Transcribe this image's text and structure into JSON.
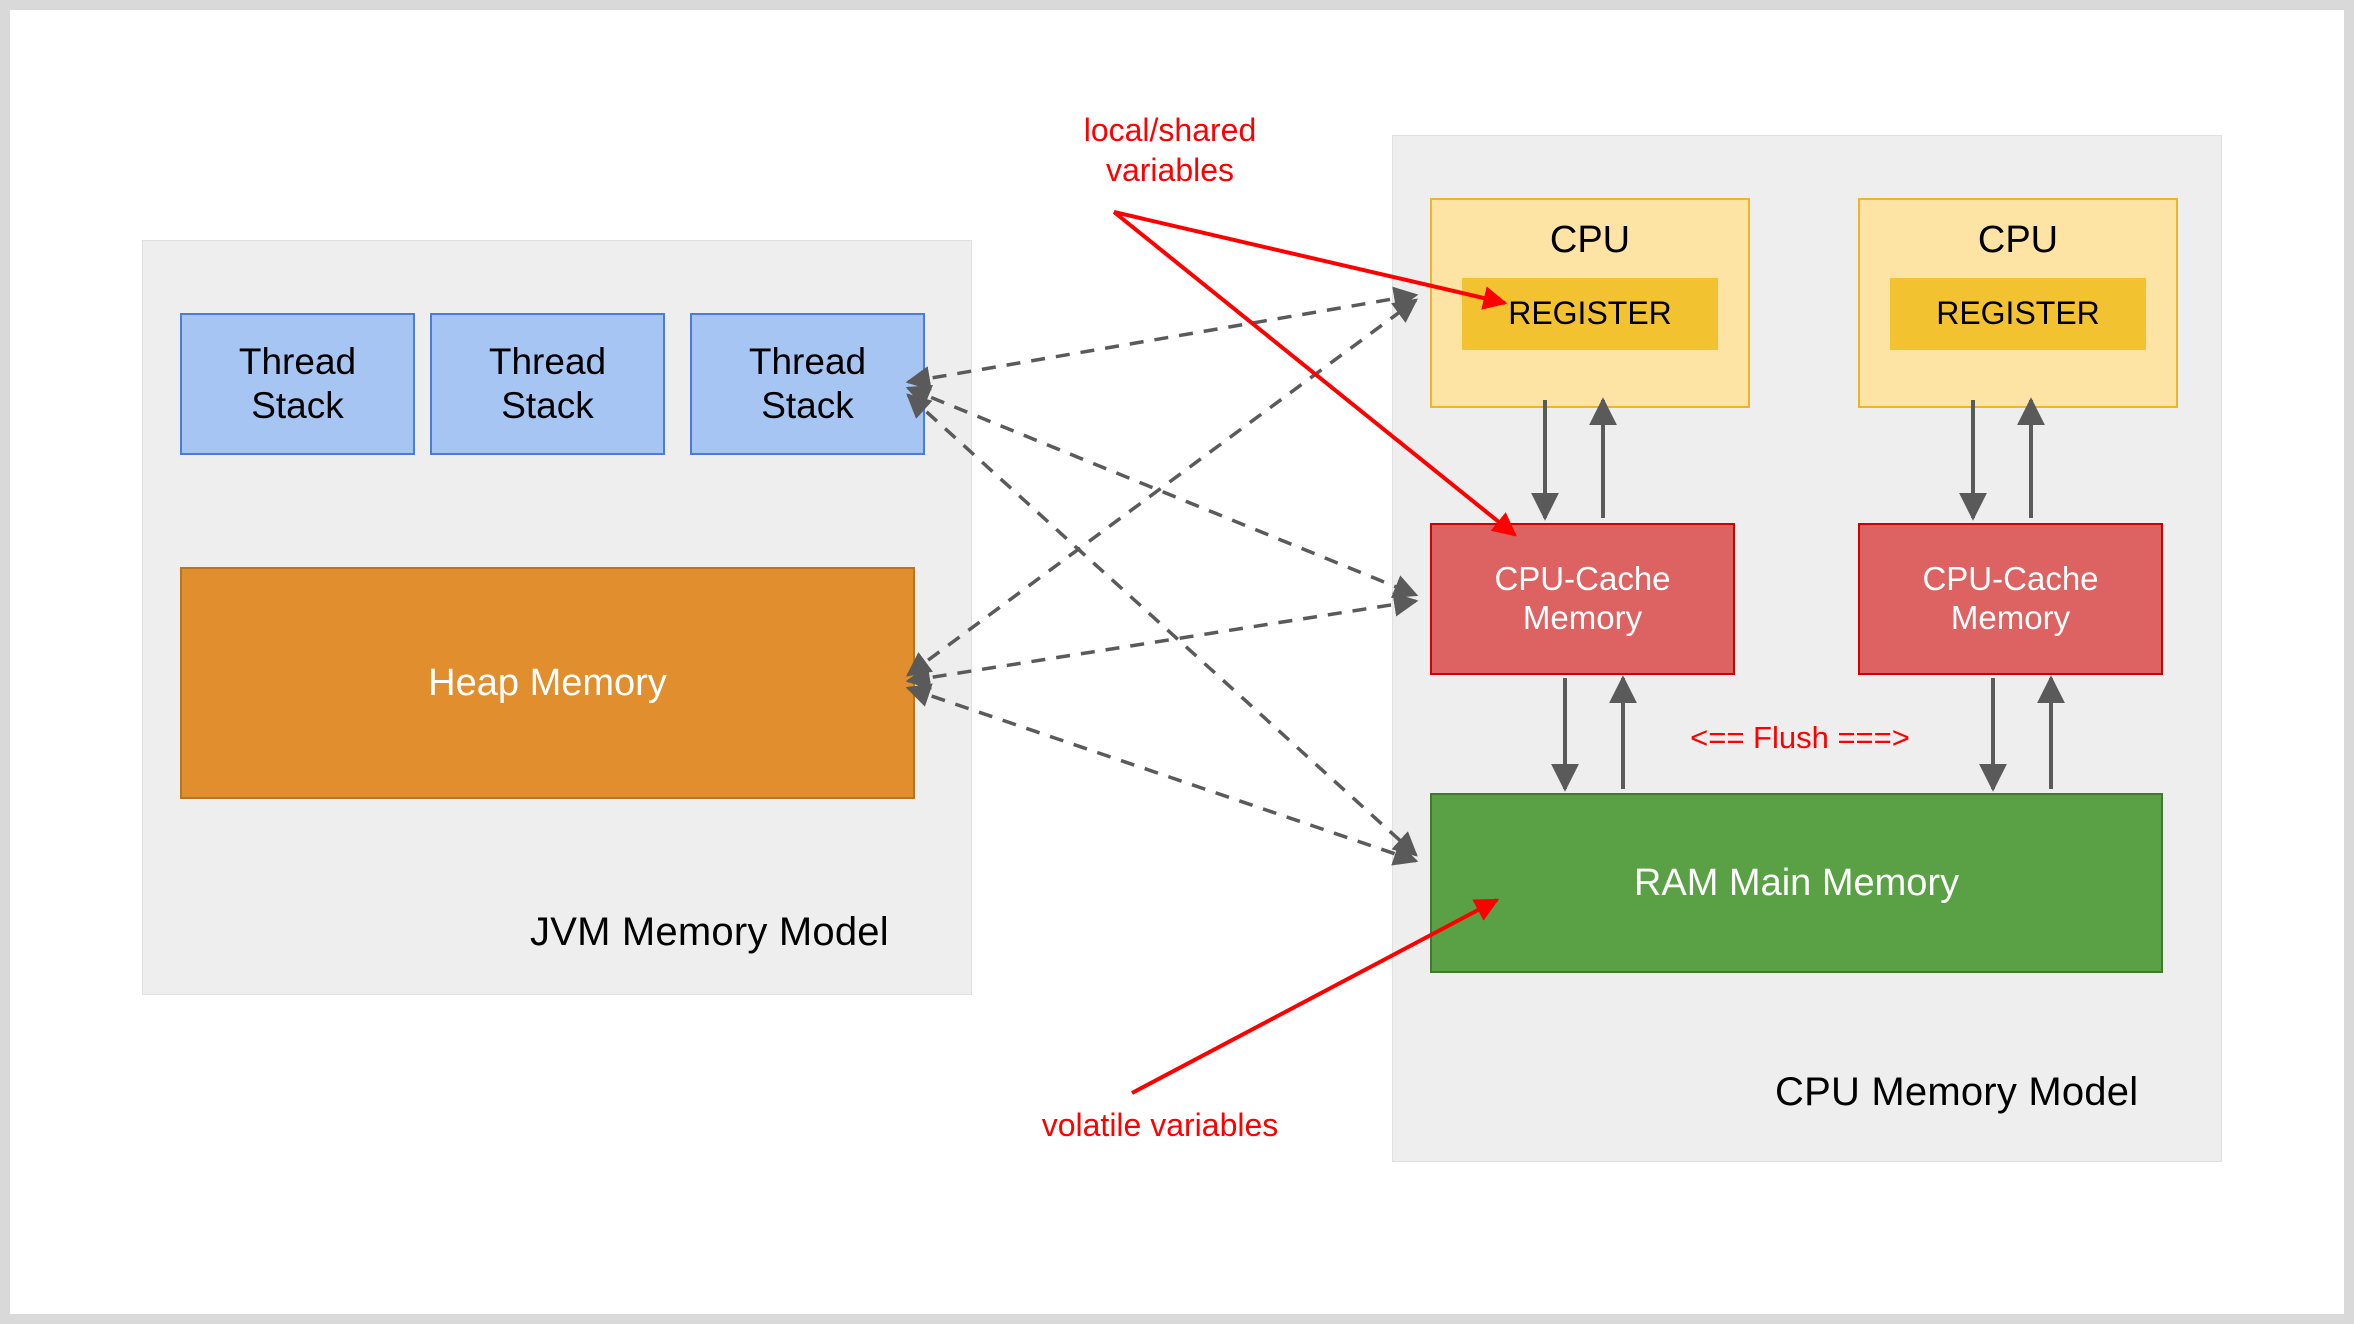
{
  "diagram": {
    "title": "JVM Memory Model and CPU Memory Model",
    "background": "#ffffff",
    "panel_background": "#eeeeee"
  },
  "jvm_panel": {
    "title": "JVM Memory Model",
    "thread_stacks": [
      {
        "label": "Thread\nStack"
      },
      {
        "label": "Thread\nStack"
      },
      {
        "label": "Thread\nStack"
      }
    ],
    "heap": {
      "label": "Heap Memory"
    },
    "colors": {
      "thread_stack_fill": "#a7c5f2",
      "thread_stack_stroke": "#4a7ddb",
      "heap_fill": "#e08e2e",
      "heap_stroke": "#b8741f"
    }
  },
  "cpu_panel": {
    "title": "CPU Memory Model",
    "cpus": [
      {
        "label": "CPU",
        "register_label": "REGISTER"
      },
      {
        "label": "CPU",
        "register_label": "REGISTER"
      }
    ],
    "caches": [
      {
        "label": "CPU-Cache\nMemory"
      },
      {
        "label": "CPU-Cache\nMemory"
      }
    ],
    "ram": {
      "label": "RAM Main Memory"
    },
    "flush_label": "<== Flush ===>",
    "colors": {
      "cpu_fill": "#fde3a4",
      "cpu_stroke": "#f0b429",
      "register_fill": "#f2c230",
      "cache_fill": "#dd6262",
      "cache_stroke": "#d00000",
      "ram_fill": "#59a144",
      "ram_stroke": "#3f7a2e"
    }
  },
  "annotations": [
    {
      "name": "local-shared-variables",
      "text": "local/shared\nvariables",
      "color": "#ff0000",
      "targets": [
        "REGISTER",
        "CPU-Cache Memory"
      ]
    },
    {
      "name": "volatile-variables",
      "text": "volatile variables",
      "color": "#ff0000",
      "targets": [
        "RAM Main Memory"
      ]
    }
  ],
  "connectors": {
    "dashed_color": "#5a5a5a",
    "solid_color": "#5a5a5a",
    "red_color": "#ff0000",
    "dashed_links": [
      {
        "from": "Thread Stack",
        "to": "REGISTER"
      },
      {
        "from": "Thread Stack",
        "to": "CPU-Cache Memory"
      },
      {
        "from": "Thread Stack",
        "to": "RAM Main Memory"
      },
      {
        "from": "Heap Memory",
        "to": "REGISTER"
      },
      {
        "from": "Heap Memory",
        "to": "CPU-Cache Memory"
      },
      {
        "from": "Heap Memory",
        "to": "RAM Main Memory"
      }
    ],
    "solid_links": [
      {
        "from": "CPU",
        "to": "CPU-Cache Memory",
        "direction": "both"
      },
      {
        "from": "CPU-Cache Memory",
        "to": "RAM Main Memory",
        "direction": "both"
      }
    ]
  }
}
